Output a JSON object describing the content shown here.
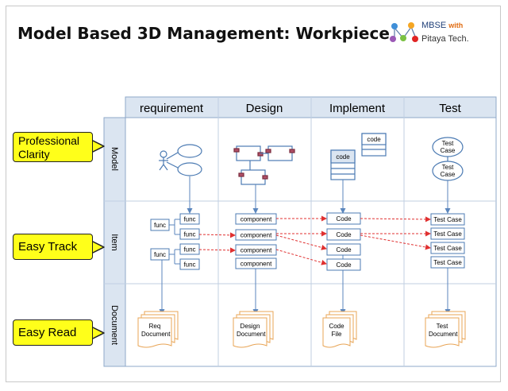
{
  "title": "Model Based 3D Management: Workpiece",
  "logo": {
    "text_a": "MBSE ",
    "text_with": "with",
    "text_b": "Pitaya Tech."
  },
  "columns": [
    "requirement",
    "Design",
    "Implement",
    "Test"
  ],
  "rows": [
    "Model",
    "Item",
    "Document"
  ],
  "callouts": [
    {
      "line1": "Professional",
      "line2": "Clarity"
    },
    {
      "line1": "Easy Track",
      "line2": ""
    },
    {
      "line1": "Easy Read",
      "line2": ""
    }
  ],
  "model_labels": {
    "code_a": "code",
    "code_b": "code",
    "test_case_1": "Test Case",
    "test_case_2": "Test Case"
  },
  "req_items": {
    "func_parent_1": "func",
    "func_parent_2": "func",
    "func_children": [
      "func",
      "func",
      "func",
      "func"
    ]
  },
  "design_items": [
    "component",
    "component",
    "component",
    "component"
  ],
  "implement_items": [
    "Code",
    "Code",
    "Code",
    "Code"
  ],
  "test_items": [
    "Test Case",
    "Test Case",
    "Test Case",
    "Test Case"
  ],
  "documents": [
    "Req Document",
    "Design Document",
    "Code File",
    "Test Document"
  ],
  "colors": {
    "header_fill": "#dbe5f1",
    "grid": "#8fa9c9",
    "box_border": "#4c7bb3",
    "arrow": "#5b86bd",
    "trace": "#e03030",
    "doc_border": "#e8a455",
    "callout": "#ffff1a"
  }
}
